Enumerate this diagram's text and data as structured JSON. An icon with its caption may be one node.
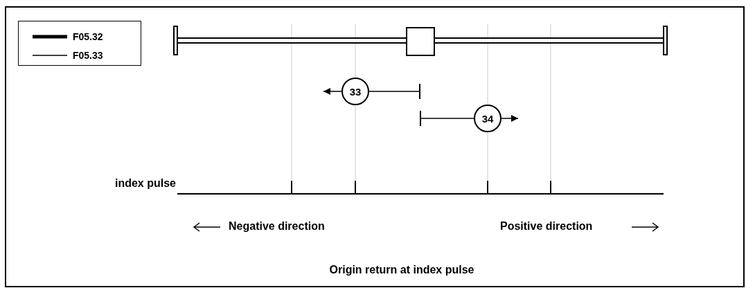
{
  "diagram": {
    "caption": "Origin return at index pulse",
    "nodes": [
      {
        "text": [
          "33"
        ]
      },
      {
        "text": [
          "34"
        ]
      }
    ],
    "edges": [
      {
        "from": 0,
        "to": null,
        "arrow": "to"
      },
      {
        "from": 0,
        "to": null,
        "arrow": "other"
      },
      {
        "from": 1,
        "to": null,
        "arrow": "to"
      },
      {
        "from": 1,
        "to": null,
        "arrow": "other"
      }
    ],
    "labels": [
      "index pulse",
      "Negative direction",
      "Positive direction"
    ],
    "legend": [
      {
        "text": "F05.32"
      },
      {
        "text": "F05.33"
      }
    ]
  }
}
